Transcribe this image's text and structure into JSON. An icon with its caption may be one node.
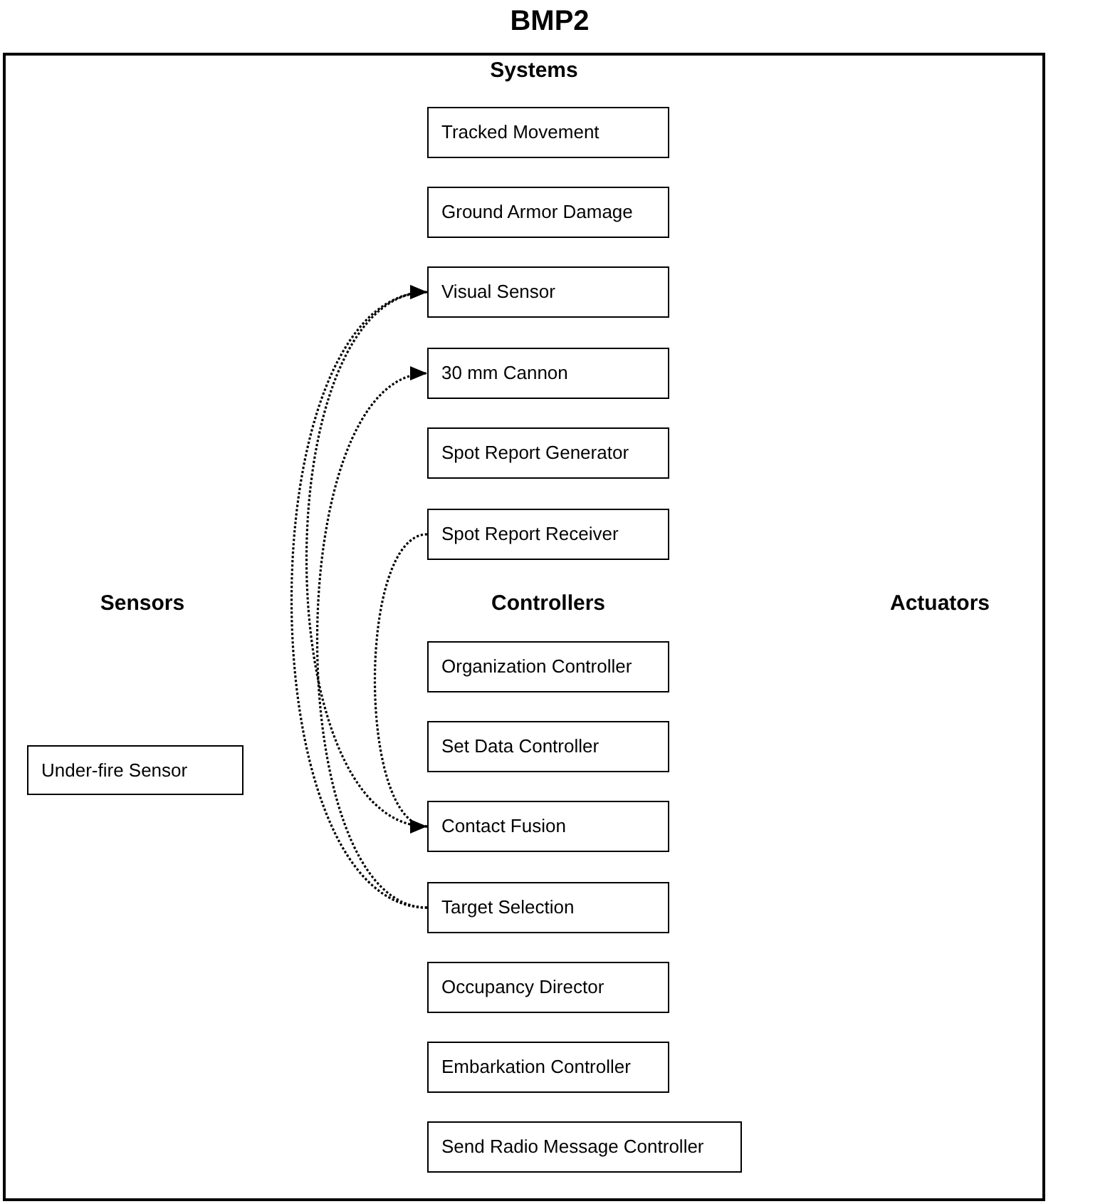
{
  "diagram": {
    "title": "BMP2",
    "nodes": [
      {
        "text": [
          "Systems"
        ]
      },
      {
        "text": [
          "Tracked Movement"
        ],
        "in": 0
      },
      {
        "text": [
          "Ground Armor Damage"
        ],
        "in": 0
      },
      {
        "text": [
          "Visual Sensor"
        ],
        "in": 0
      },
      {
        "text": [
          "30 mm Cannon"
        ],
        "in": 0
      },
      {
        "text": [
          "Spot Report Generator"
        ],
        "in": 0
      },
      {
        "text": [
          "Spot Report Receiver"
        ],
        "in": 0
      },
      {
        "text": [
          "Organization Controller"
        ],
        "in": 0
      },
      {
        "text": [
          "Under-fire Sensor"
        ],
        "in": 0
      },
      {
        "text": [
          "Set Data Controller"
        ],
        "in": 0
      },
      {
        "text": [
          "Contact Fusion"
        ],
        "in": 0
      },
      {
        "text": [
          "Target Selection"
        ],
        "in": 0
      },
      {
        "text": [
          "Occupancy Director"
        ],
        "in": 0
      },
      {
        "text": [
          "Embarkation Controller"
        ],
        "in": 0
      },
      {
        "text": [
          "Send Radio Message Controller"
        ],
        "in": 0
      }
    ],
    "edges": [
      {
        "from": 10,
        "to": 3,
        "arrow": "to",
        "style": "dashed"
      },
      {
        "from": 11,
        "to": 3,
        "arrow": "to",
        "style": "dashed"
      },
      {
        "from": 11,
        "to": 4,
        "arrow": "to",
        "style": "dashed"
      },
      {
        "from": 6,
        "to": 10,
        "arrow": "to",
        "style": "dashed"
      }
    ],
    "labels": [
      "Sensors",
      "Controllers",
      "Actuators"
    ]
  }
}
